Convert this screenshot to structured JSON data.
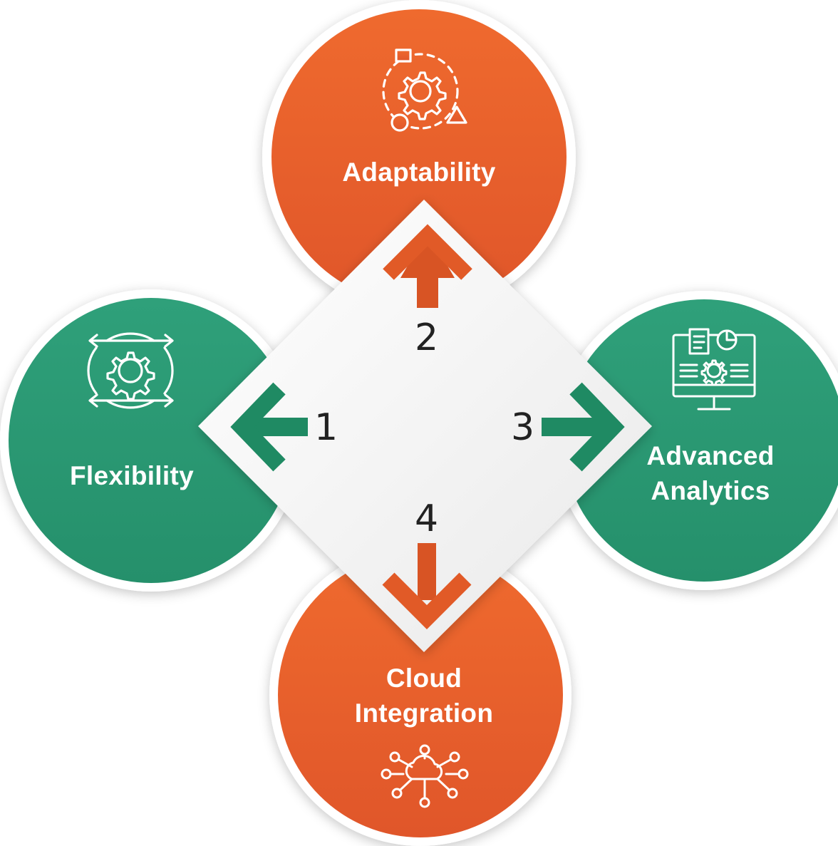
{
  "nodes": {
    "adaptability": {
      "label": "Adaptability",
      "icon": "adaptability-cycle-icon"
    },
    "flexibility": {
      "label": "Flexibility",
      "icon": "flexibility-gear-arrows-icon"
    },
    "advanced_analytics": {
      "line1": "Advanced",
      "line2": "Analytics",
      "icon": "analytics-monitor-icon"
    },
    "cloud_integration": {
      "line1": "Cloud",
      "line2": "Integration",
      "icon": "cloud-network-icon"
    }
  },
  "numbers": {
    "n1": "1",
    "n2": "2",
    "n3": "3",
    "n4": "4"
  },
  "colors": {
    "orange": "#ea5f2a",
    "green": "#2b9a73",
    "diamond": "#f4f4f4"
  }
}
